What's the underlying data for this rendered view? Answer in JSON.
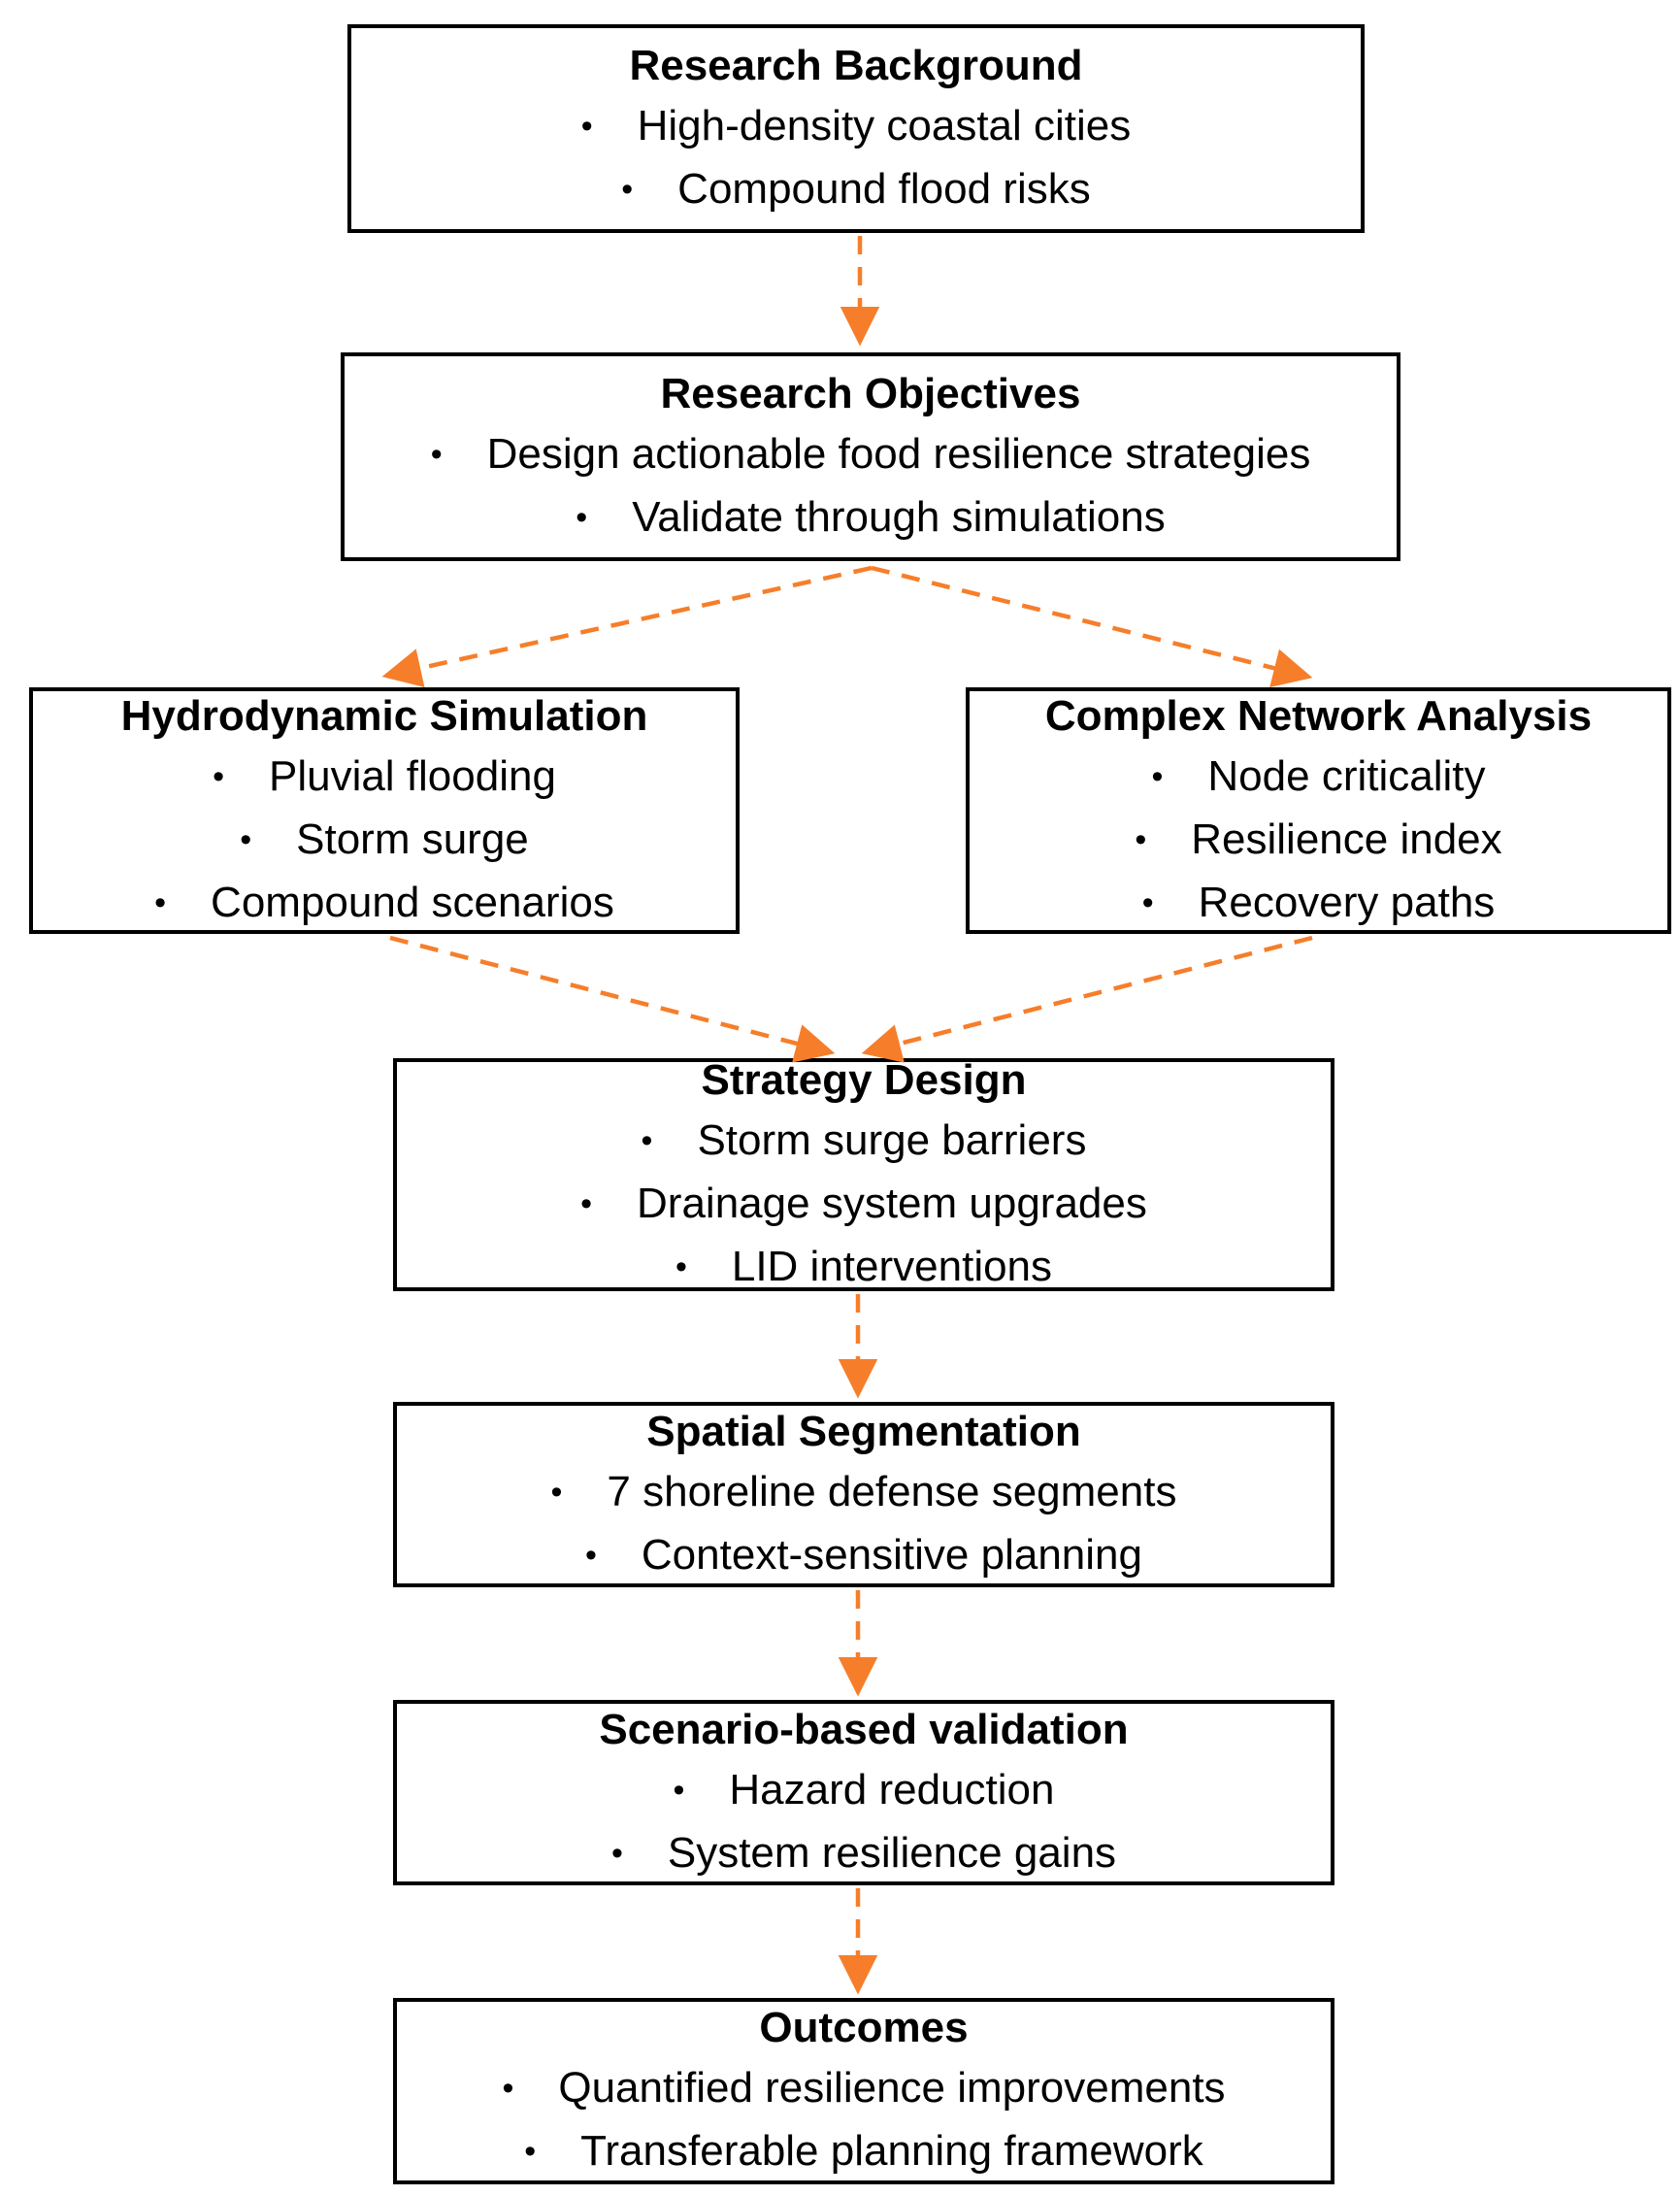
{
  "flowchart": {
    "bullet_char": "•",
    "colors": {
      "arrow": "#F67E2A",
      "box_border": "#000000",
      "box_fill": "#FFFFFF",
      "text": "#000000"
    },
    "nodes": [
      {
        "id": "research_background",
        "title": "Research Background",
        "bullets": [
          "High-density coastal cities",
          "Compound flood risks"
        ]
      },
      {
        "id": "research_objectives",
        "title": "Research Objectives",
        "bullets": [
          "Design actionable food resilience strategies",
          "Validate through simulations"
        ]
      },
      {
        "id": "hydrodynamic_simulation",
        "title": "Hydrodynamic Simulation",
        "bullets": [
          "Pluvial flooding",
          "Storm surge",
          "Compound scenarios"
        ]
      },
      {
        "id": "complex_network_analysis",
        "title": "Complex Network Analysis",
        "bullets": [
          "Node criticality",
          "Resilience index",
          "Recovery paths"
        ]
      },
      {
        "id": "strategy_design",
        "title": "Strategy Design",
        "bullets": [
          "Storm surge barriers",
          "Drainage system upgrades",
          "LID interventions"
        ]
      },
      {
        "id": "spatial_segmentation",
        "title": "Spatial Segmentation",
        "bullets": [
          "7 shoreline defense segments",
          "Context-sensitive planning"
        ]
      },
      {
        "id": "scenario_based_validation",
        "title": "Scenario-based validation",
        "bullets": [
          "Hazard reduction",
          "System resilience gains"
        ]
      },
      {
        "id": "outcomes",
        "title": "Outcomes",
        "bullets": [
          "Quantified resilience improvements",
          "Transferable planning framework"
        ]
      }
    ],
    "connections": [
      {
        "from": "research_background",
        "to": "research_objectives",
        "style": "dashed-arrow"
      },
      {
        "from": "research_objectives",
        "to": "hydrodynamic_simulation",
        "style": "dashed-arrow"
      },
      {
        "from": "research_objectives",
        "to": "complex_network_analysis",
        "style": "dashed-arrow"
      },
      {
        "from": "hydrodynamic_simulation",
        "to": "strategy_design",
        "style": "dashed-arrow"
      },
      {
        "from": "complex_network_analysis",
        "to": "strategy_design",
        "style": "dashed-arrow"
      },
      {
        "from": "strategy_design",
        "to": "spatial_segmentation",
        "style": "dashed-arrow"
      },
      {
        "from": "spatial_segmentation",
        "to": "scenario_based_validation",
        "style": "dashed-arrow"
      },
      {
        "from": "scenario_based_validation",
        "to": "outcomes",
        "style": "dashed-arrow"
      }
    ]
  }
}
